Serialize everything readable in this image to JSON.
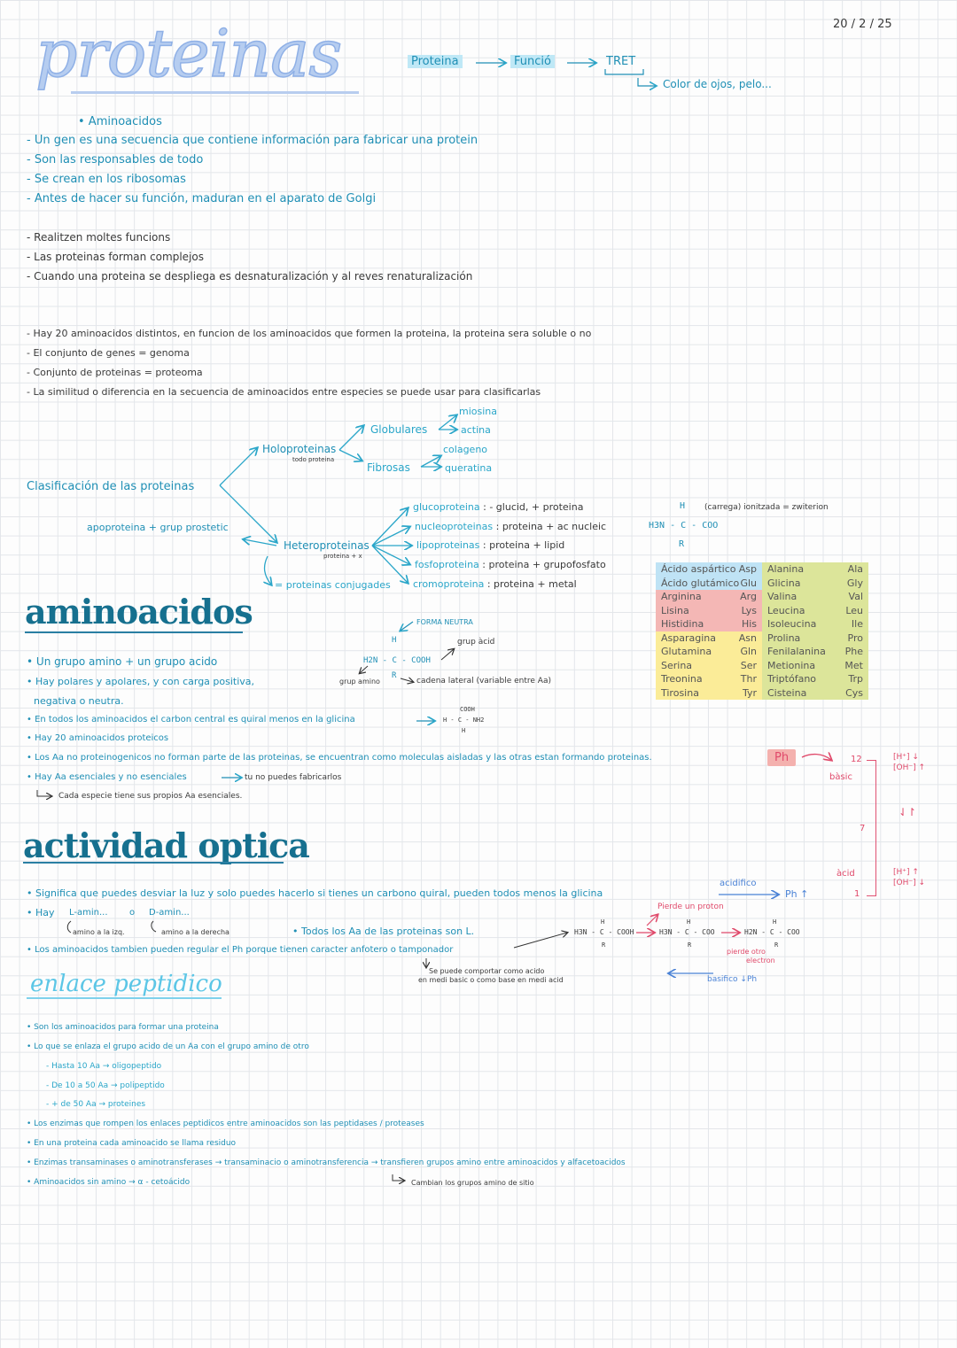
{
  "page": {
    "date": "20 / 2 / 25",
    "title": "proteinas"
  },
  "header_flow": {
    "steps": [
      "Proteina",
      "Funció",
      "TRET"
    ],
    "note": "Color de ojos, pelo..."
  },
  "intro": {
    "subtitle": "• Aminoacidos",
    "bullets_1": [
      "- Un gen es una secuencia que contiene información para fabricar una protein",
      "- Son las responsables de todo",
      "- Se crean en los ribosomas",
      "- Antes de hacer su función, maduran en el aparato de Golgi"
    ],
    "bullets_2": [
      "- Realitzen moltes funcions",
      "- Las proteinas forman complejos",
      "- Cuando una proteina se despliega es desnaturalización y al reves renaturalización"
    ],
    "bullets_3": [
      "- Hay 20 aminoacidos distintos, en funcion de los aminoacidos que formen la proteina, la proteina sera soluble o no",
      "- El conjunto de genes = genoma",
      "- Conjunto de proteinas = proteoma",
      "- La similitud o diferencia en la secuencia de aminoacidos entre especies se puede usar para clasificarlas"
    ]
  },
  "classification": {
    "root": "Clasificación de las proteinas",
    "holo": {
      "label": "Holoproteinas",
      "sub": "todo proteina"
    },
    "globulares": {
      "label": "Globulares",
      "children": [
        "miosina",
        "actina"
      ]
    },
    "fibrosas": {
      "label": "Fibrosas",
      "children": [
        "colageno",
        "queratina"
      ]
    },
    "hetero": {
      "label": "Heteroproteinas",
      "sub": "proteina + x"
    },
    "apo": "apoproteina + grup prostetic",
    "conjugadas": "= proteinas conjugades",
    "hetero_types": [
      {
        "name": "glucoproteina",
        "desc": ": - glucid, + proteina"
      },
      {
        "name": "nucleoproteinas",
        "desc": ": proteina + ac nucleic"
      },
      {
        "name": "lipoproteinas",
        "desc": ": proteina + lipid"
      },
      {
        "name": "fosfoproteina",
        "desc": ": proteina + grupofosfato"
      },
      {
        "name": "cromoproteina",
        "desc": ": proteina + metal"
      }
    ]
  },
  "zwitterion": {
    "note": "(carrega) ionitzada = zwiterion",
    "top": "H",
    "mid": "H3N - C - COO",
    "bottom": "R"
  },
  "aa_table": {
    "left": [
      {
        "name": "Ácido aspártico",
        "abbr": "Asp",
        "group": "blue"
      },
      {
        "name": "Ácido glutámico",
        "abbr": "Glu",
        "group": "blue"
      },
      {
        "name": "Arginina",
        "abbr": "Arg",
        "group": "pink"
      },
      {
        "name": "Lisina",
        "abbr": "Lys",
        "group": "pink"
      },
      {
        "name": "Histidina",
        "abbr": "His",
        "group": "pink"
      },
      {
        "name": "Asparagina",
        "abbr": "Asn",
        "group": "yellow"
      },
      {
        "name": "Glutamina",
        "abbr": "Gln",
        "group": "yellow"
      },
      {
        "name": "Serina",
        "abbr": "Ser",
        "group": "yellow"
      },
      {
        "name": "Treonina",
        "abbr": "Thr",
        "group": "yellow"
      },
      {
        "name": "Tirosina",
        "abbr": "Tyr",
        "group": "yellow"
      }
    ],
    "right": [
      {
        "name": "Alanina",
        "abbr": "Ala"
      },
      {
        "name": "Glicina",
        "abbr": "Gly"
      },
      {
        "name": "Valina",
        "abbr": "Val"
      },
      {
        "name": "Leucina",
        "abbr": "Leu"
      },
      {
        "name": "Isoleucina",
        "abbr": "Ile"
      },
      {
        "name": "Prolina",
        "abbr": "Pro"
      },
      {
        "name": "Fenilalanina",
        "abbr": "Phe"
      },
      {
        "name": "Metionina",
        "abbr": "Met"
      },
      {
        "name": "Triptófano",
        "abbr": "Trp"
      },
      {
        "name": "Cisteina",
        "abbr": "Cys"
      }
    ]
  },
  "aminoacidos": {
    "heading": "aminoacidos",
    "bullets": [
      "Un grupo amino + un grupo acido",
      "Hay polares y apolares, y con carga positiva,",
      "negativa o neutra.",
      "En todos los aminoacidos el carbon central es quiral menos en la glicina",
      "Hay 20 aminoacidos proteicos",
      "Los Aa no proteinogenicos no forman parte de las proteinas, se encuentran como moleculas aisladas y las otras estan formando proteinas.",
      "Hay Aa esenciales y no esenciales",
      "Cada especie tiene sus propios Aa esenciales."
    ],
    "esenciales_note": "tu no puedes fabricarlos",
    "structure": {
      "forma_neutra": "FORMA NEUTRA",
      "top": "H",
      "mid": "H2N - C - COOH",
      "bottom": "R",
      "grup_acid": "grup àcid",
      "grup_amino": "grup amino",
      "cadena": "cadena lateral (variable entre Aa)"
    },
    "glicina": {
      "top": "COOH",
      "mid": "H - C - NH2",
      "bottom": "H"
    }
  },
  "ph_scale": {
    "label": "Ph",
    "top_value": "12",
    "mid_value": "7",
    "bottom_value": "1",
    "basic": "bàsic",
    "acid": "àcid",
    "basic_notes": [
      "[H⁺] ↓",
      "[OH⁻] ↑"
    ],
    "acid_notes": [
      "[H⁺] ↑",
      "[OH⁻] ↓"
    ],
    "middle_arrows": "⇃↾"
  },
  "actividad_optica": {
    "heading": "actividad optica",
    "bullets": [
      "Significa que puedes desviar la luz y solo puedes hacerlo si tienes un carbono quiral, pueden todos menos la glicina",
      "Hay",
      "Los aminoacidos tambien pueden regular el Ph porque tienen caracter anfotero o tamponador"
    ],
    "l_amin": "L-amin...",
    "o": "o",
    "d_amin": "D-amin...",
    "l_note": "amino a la izq.",
    "d_note": "amino a la derecha",
    "todos_L": "• Todos los Aa de las proteinas son L.",
    "anfotero_note": [
      "Se puede comportar como acido",
      "en medi basic o como base en medi acid"
    ],
    "reaction": {
      "acidifico": "acidifico",
      "ph_up": "Ph ↑",
      "pierde_proton": "Pierde un proton",
      "pierde_otro": [
        "pierde otro",
        "electron"
      ],
      "basifico": "basifico ↓Ph",
      "m1": {
        "top": "H",
        "mid": "H3N - C - COOH",
        "bottom": "R"
      },
      "m2": {
        "top": "H",
        "mid": "H3N - C - COO",
        "bottom": "R"
      },
      "m3": {
        "top": "H",
        "mid": "H2N - C - COO",
        "bottom": "R"
      }
    }
  },
  "enlace_peptidico": {
    "heading": "enlace peptidico",
    "bullets": [
      "Son los aminoacidos para formar una proteina",
      "Lo que se enlaza el grupo acido de un Aa con el grupo amino de otro",
      "- Hasta 10 Aa → oligopeptido",
      "- De 10 a 50 Aa → polipeptido",
      "- + de 50 Aa → proteines",
      "Los enzimas que rompen los enlaces peptidicos entre aminoacidos son las peptidases / proteases",
      "En una proteina cada aminoacido se llama residuo",
      "Enzimas transaminases o aminotransferases → transaminacio o aminotransferencia → transfieren grupos amino entre aminoacidos y alfacetoacidos",
      "Aminoacidos sin amino → α - cetoácido"
    ],
    "trans_note": "Cambian los grupos amino de sitio"
  }
}
